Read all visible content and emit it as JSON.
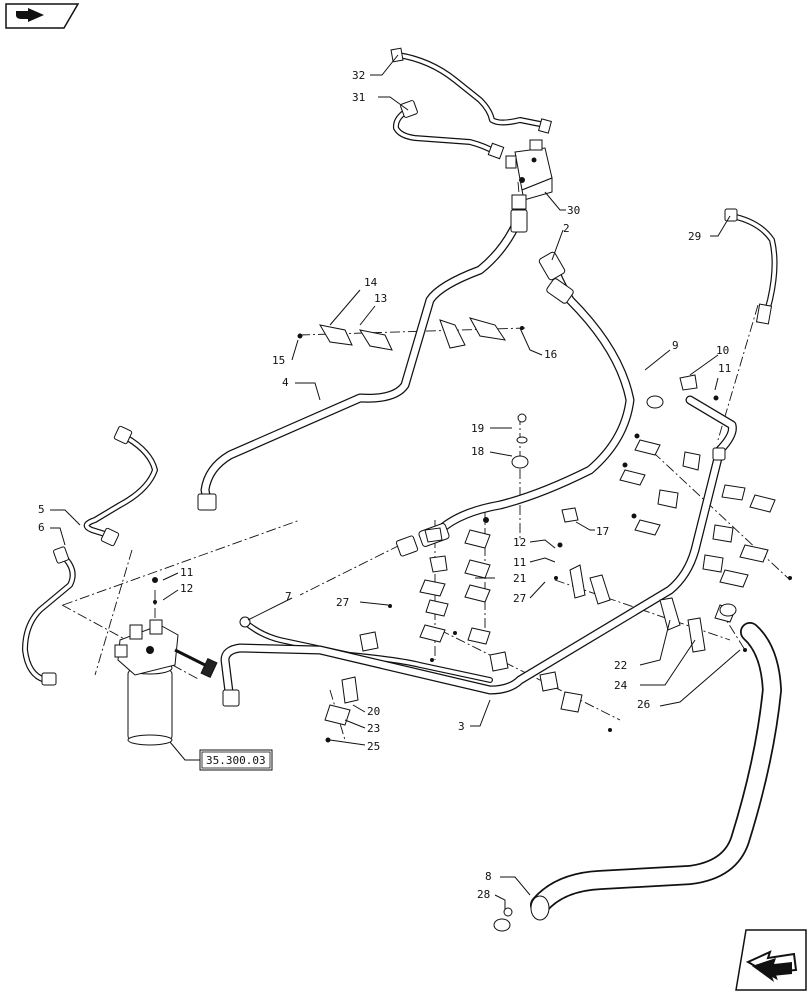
{
  "callouts": [
    "32",
    "31",
    "30",
    "2",
    "29",
    "14",
    "13",
    "15",
    "4",
    "16",
    "9",
    "10",
    "11",
    "19",
    "18",
    "17",
    "5",
    "6",
    "12",
    "11",
    "21",
    "27",
    "11",
    "12",
    "7",
    "27",
    "22",
    "24",
    "26",
    "20",
    "23",
    "25",
    "3",
    "8",
    "28"
  ],
  "reference_box": {
    "label": "35.300.03"
  },
  "icons": {
    "top_left": "previous-page-arrow-icon",
    "bottom_right": "next-page-arrow-icon"
  }
}
